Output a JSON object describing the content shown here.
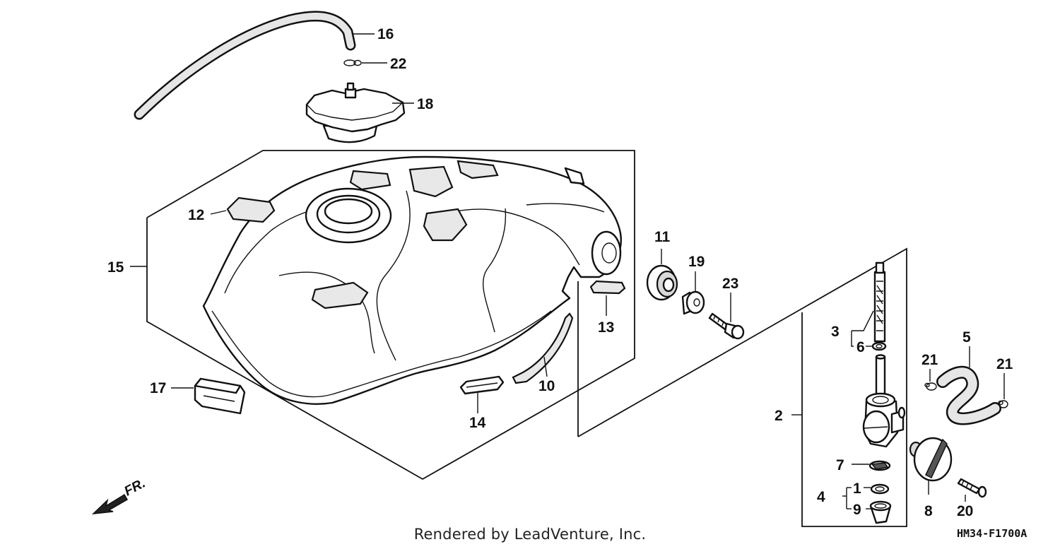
{
  "diagram": {
    "code": "HM34-F1700A",
    "direction_label": "FR.",
    "footer": "Rendered by LeadVenture, Inc.",
    "callouts": {
      "c1": "1",
      "c2": "2",
      "c3": "3",
      "c4": "4",
      "c5": "5",
      "c6": "6",
      "c7": "7",
      "c8": "8",
      "c9": "9",
      "c10": "10",
      "c11": "11",
      "c12": "12",
      "c13": "13",
      "c14": "14",
      "c15": "15",
      "c16": "16",
      "c17": "17",
      "c18": "18",
      "c19": "19",
      "c20": "20",
      "c21a": "21",
      "c21b": "21",
      "c22": "22",
      "c23": "23"
    }
  }
}
